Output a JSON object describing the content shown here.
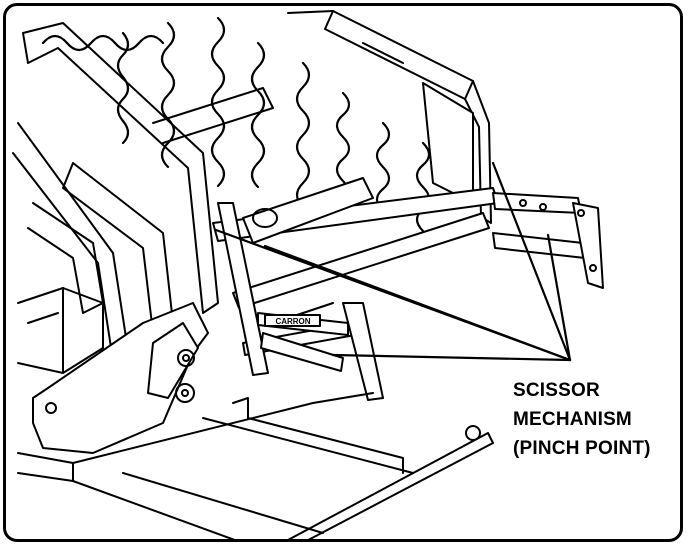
{
  "callout": {
    "line1": "SCISSOR",
    "line2": "MECHANISM",
    "line3": "(PINCH POINT)"
  },
  "part_label": "CARRON",
  "colors": {
    "ink": "#000000",
    "paper": "#ffffff",
    "shade": "#d9d9d9"
  }
}
